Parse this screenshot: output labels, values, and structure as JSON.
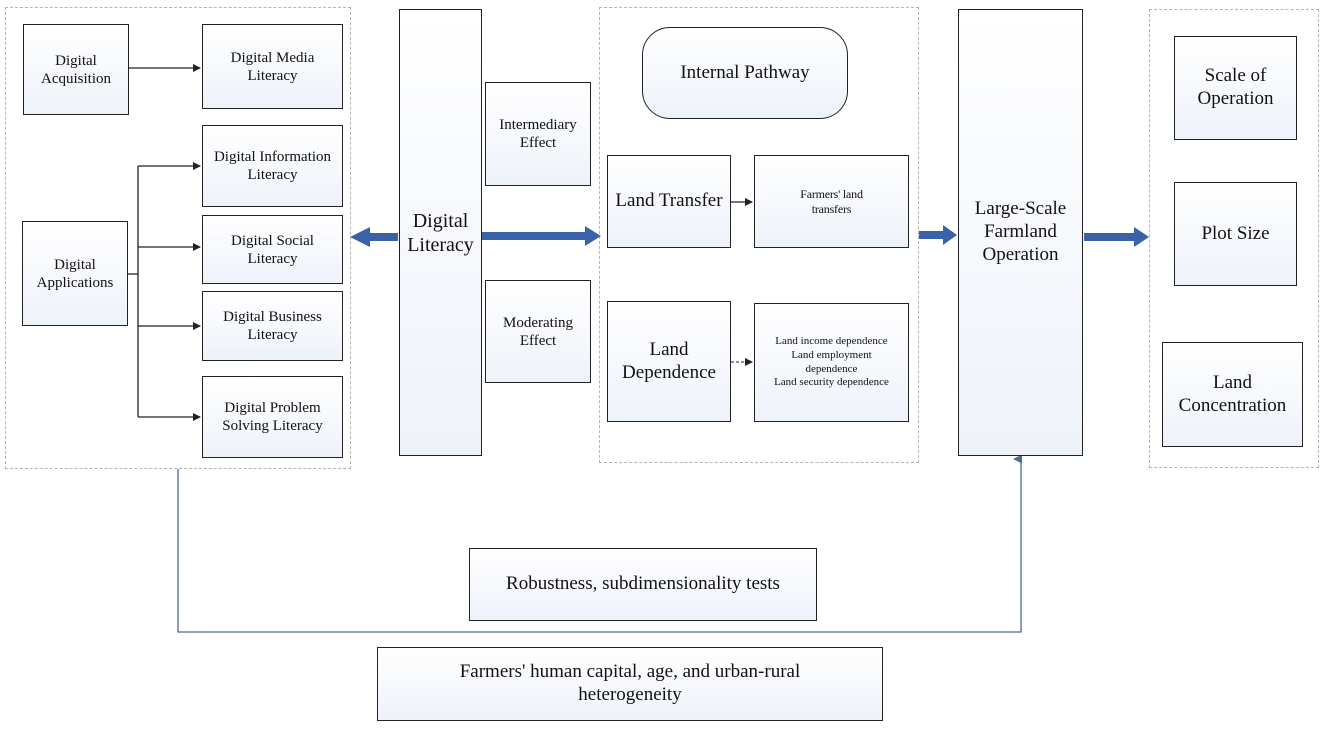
{
  "left_panel": {
    "acquisition": "Digital Acquisition",
    "applications": "Digital Applications",
    "media_literacy": "Digital Media Literacy",
    "information_literacy": "Digital Information Literacy",
    "social_literacy": "Digital Social Literacy",
    "business_literacy": "Digital Business Literacy",
    "problem_solving_literacy": "Digital Problem Solving Literacy"
  },
  "center": {
    "digital_literacy": "Digital Literacy",
    "intermediary_effect": "Intermediary Effect",
    "moderating_effect": "Moderating Effect"
  },
  "pathway_panel": {
    "title": "Internal Pathway",
    "land_transfer": "Land Transfer",
    "farmers_land_transfers": "Farmers' land transfers",
    "land_dependence": "Land Dependence",
    "dependence_items": [
      "Land income dependence",
      "Land employment dependence",
      "Land security dependence"
    ]
  },
  "outcome": {
    "large_scale": "Large-Scale Farmland Operation"
  },
  "right_panel": {
    "scale_of_operation": "Scale of Operation",
    "plot_size": "Plot Size",
    "land_concentration": "Land Concentration"
  },
  "bottom": {
    "robustness": "Robustness, subdimensionality tests",
    "heterogeneity": "Farmers' human capital, age, and urban-rural heterogeneity"
  },
  "colors": {
    "arrow_fill": "#3b62a8",
    "box_border": "#222222",
    "panel_border": "#b5b5b5",
    "connector_line": "#4a6a9a"
  }
}
